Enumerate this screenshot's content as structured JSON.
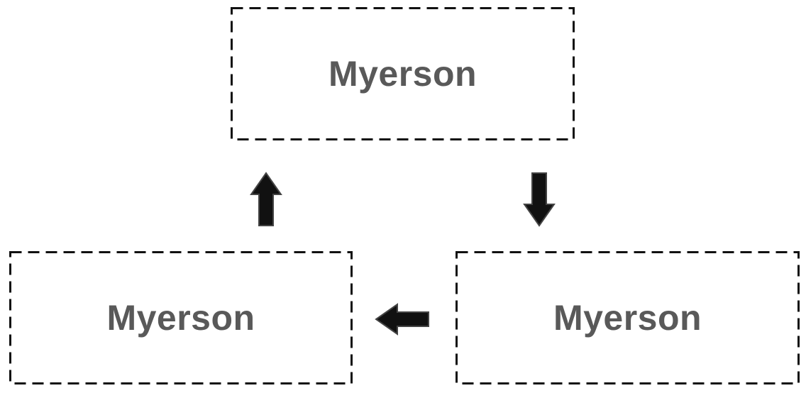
{
  "diagram": {
    "nodes": [
      {
        "id": "top",
        "label": "Myerson"
      },
      {
        "id": "bottom-right",
        "label": "Myerson"
      },
      {
        "id": "bottom-left",
        "label": "Myerson"
      }
    ],
    "edges": [
      {
        "from": "top",
        "to": "bottom-right",
        "direction": "down"
      },
      {
        "from": "bottom-right",
        "to": "bottom-left",
        "direction": "left"
      },
      {
        "from": "bottom-left",
        "to": "top",
        "direction": "up"
      }
    ],
    "colors": {
      "label": "#595959",
      "border": "#111111",
      "arrow_fill": "#111111",
      "arrow_stroke": "#444444",
      "background": "#ffffff"
    }
  }
}
